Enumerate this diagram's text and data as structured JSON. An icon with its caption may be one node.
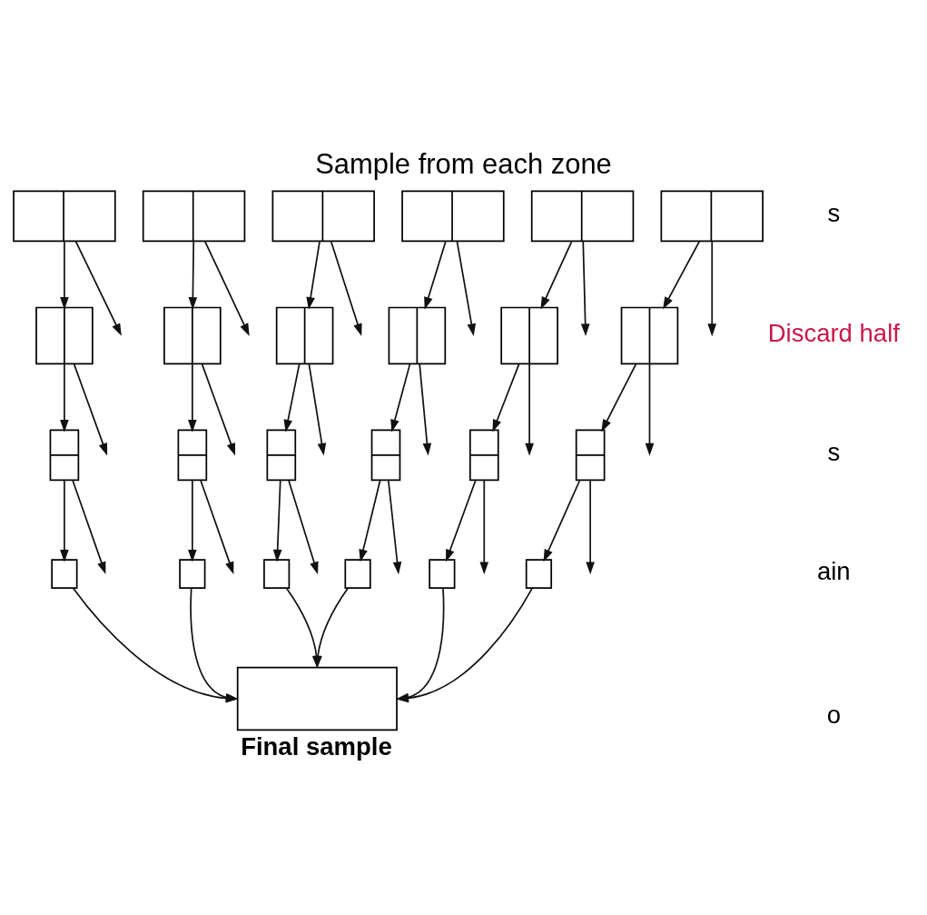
{
  "diagram": {
    "title": "Sample from each zone",
    "nodes": [
      {
        "text": [],
        "shape": "box"
      },
      {
        "text": [],
        "shape": "box"
      },
      {
        "text": [],
        "shape": "box"
      },
      {
        "text": [],
        "shape": "box"
      },
      {
        "text": [],
        "shape": "box"
      },
      {
        "text": [],
        "shape": "box"
      },
      {
        "text": [],
        "shape": "box"
      },
      {
        "text": [],
        "shape": "box"
      },
      {
        "text": [],
        "shape": "box"
      },
      {
        "text": [],
        "shape": "box"
      },
      {
        "text": [],
        "shape": "box"
      },
      {
        "text": [],
        "shape": "box"
      },
      {
        "text": [],
        "shape": "box"
      },
      {
        "text": [],
        "shape": "box"
      },
      {
        "text": [],
        "shape": "box"
      },
      {
        "text": [],
        "shape": "box"
      },
      {
        "text": [],
        "shape": "box"
      },
      {
        "text": [],
        "shape": "box"
      },
      {
        "text": [],
        "shape": "box"
      },
      {
        "text": [],
        "shape": "box"
      },
      {
        "text": [],
        "shape": "box"
      },
      {
        "text": [],
        "shape": "box"
      },
      {
        "text": [],
        "shape": "box"
      },
      {
        "text": [],
        "shape": "box"
      },
      {
        "text": [
          "Final sample"
        ]
      }
    ],
    "edges": [
      {
        "from": 0,
        "to": null,
        "arrow": "to"
      },
      {
        "from": 0,
        "to": 6,
        "arrow": "to"
      },
      {
        "from": 1,
        "to": 7,
        "arrow": "to"
      },
      {
        "from": 1,
        "to": null,
        "arrow": "to"
      },
      {
        "from": 2,
        "to": null,
        "arrow": "to"
      },
      {
        "from": 2,
        "to": 8,
        "arrow": "to"
      },
      {
        "from": 3,
        "to": 9,
        "arrow": "to"
      },
      {
        "from": 3,
        "to": null,
        "arrow": "to"
      },
      {
        "from": 4,
        "to": null,
        "arrow": "to"
      },
      {
        "from": 4,
        "to": 10,
        "arrow": "to"
      },
      {
        "from": 5,
        "to": 11,
        "arrow": "to"
      },
      {
        "from": 5,
        "to": null,
        "arrow": "to"
      },
      {
        "from": 6,
        "to": null,
        "arrow": "to"
      },
      {
        "from": 6,
        "to": 12,
        "arrow": "to"
      },
      {
        "from": 7,
        "to": 13,
        "arrow": "to"
      },
      {
        "from": 7,
        "to": null,
        "arrow": "to"
      },
      {
        "from": 8,
        "to": null,
        "arrow": "to"
      },
      {
        "from": 8,
        "to": 14,
        "arrow": "to"
      },
      {
        "from": 9,
        "to": 15,
        "arrow": "to"
      },
      {
        "from": 9,
        "to": null,
        "arrow": "to"
      },
      {
        "from": 10,
        "to": null,
        "arrow": "to"
      },
      {
        "from": 10,
        "to": 16,
        "arrow": "to"
      },
      {
        "from": 11,
        "to": 17,
        "arrow": "to"
      },
      {
        "from": 11,
        "to": null,
        "arrow": "to"
      },
      {
        "from": 12,
        "to": null,
        "arrow": "to"
      },
      {
        "from": 12,
        "to": 18,
        "arrow": "to"
      },
      {
        "from": 13,
        "to": 19,
        "arrow": "to"
      },
      {
        "from": 13,
        "to": null,
        "arrow": "to"
      },
      {
        "from": 14,
        "to": null,
        "arrow": "to"
      },
      {
        "from": 14,
        "to": 20,
        "arrow": "to"
      },
      {
        "from": 15,
        "to": 21,
        "arrow": "to"
      },
      {
        "from": 15,
        "to": null,
        "arrow": "to"
      },
      {
        "from": 16,
        "to": null,
        "arrow": "to"
      },
      {
        "from": 16,
        "to": 22,
        "arrow": "to"
      },
      {
        "from": 17,
        "to": 23,
        "arrow": "to"
      },
      {
        "from": 17,
        "to": null,
        "arrow": "to"
      },
      {
        "from": 18,
        "to": 24,
        "arrow": "to"
      },
      {
        "from": 19,
        "to": 24,
        "arrow": "to"
      },
      {
        "from": 20,
        "to": 24,
        "arrow": "to"
      },
      {
        "from": 21,
        "to": 24,
        "arrow": "to"
      },
      {
        "from": 22,
        "to": 24,
        "arrow": "to"
      },
      {
        "from": 23,
        "to": 24,
        "arrow": "to"
      }
    ],
    "labels": [
      "s",
      "Discard half",
      "s",
      "ain",
      "o"
    ]
  }
}
